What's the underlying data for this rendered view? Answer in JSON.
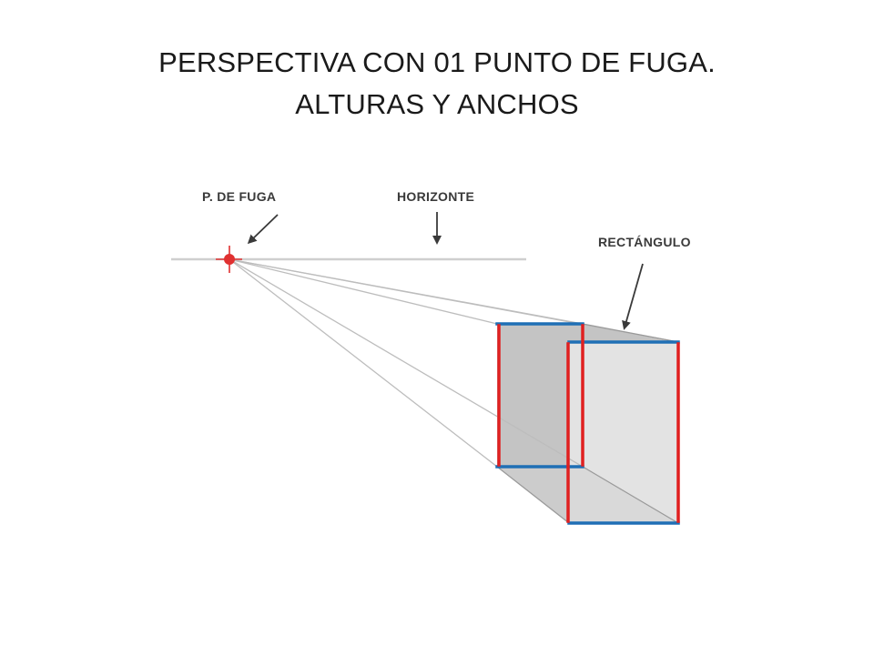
{
  "slide": {
    "title_line1": "PERSPECTIVA CON 01 PUNTO DE FUGA.",
    "title_line2": "ALTURAS Y ANCHOS"
  },
  "diagram": {
    "labels": {
      "vanishing_point": "P. DE FUGA",
      "horizon": "HORIZONTE",
      "rectangle": "RECTÁNGULO"
    },
    "colors": {
      "heights": "#e02020",
      "widths": "#1f6fb5",
      "vanishing_point": "#e03030",
      "guide_lines": "#bdbdbd",
      "side_face": "#c4c4c4",
      "front_face": "#e3e3e3"
    }
  }
}
